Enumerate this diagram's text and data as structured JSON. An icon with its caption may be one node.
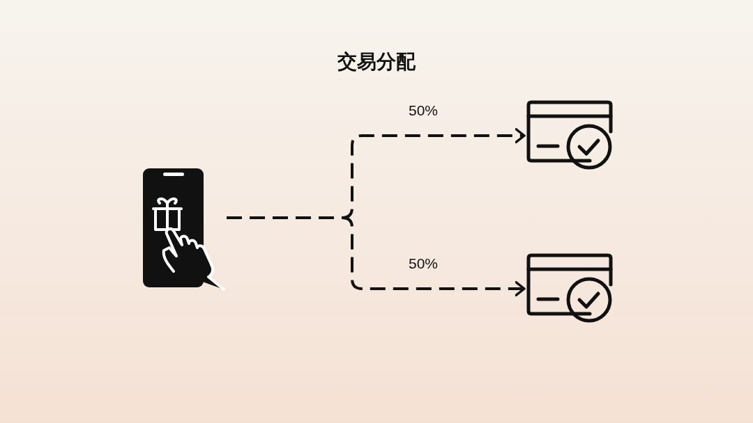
{
  "diagram": {
    "title": "交易分配",
    "nodes": [
      {
        "text": [],
        "shape": "phone"
      },
      {
        "text": [],
        "shape": "card"
      },
      {
        "text": [],
        "shape": "card"
      }
    ],
    "edges": [
      {
        "from": 0,
        "to": 1,
        "arrow": "to",
        "label": "50%",
        "style": "dashed"
      },
      {
        "from": 0,
        "to": 2,
        "arrow": "to",
        "label": "50%",
        "style": "dashed"
      }
    ]
  }
}
